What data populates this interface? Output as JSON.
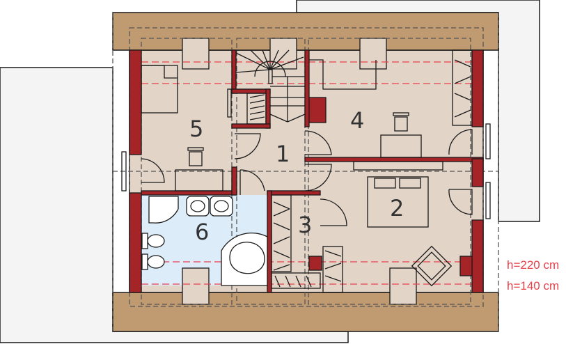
{
  "colors": {
    "roof": "#c09a70",
    "floor": "#e3d4c8",
    "wall": "#a52428",
    "bathroom": "#dcedf9",
    "outline": "#1a1a1a",
    "outer_area": "#f4f4f4",
    "height_line": "#e8404a"
  },
  "rooms": [
    {
      "number": "1"
    },
    {
      "number": "2"
    },
    {
      "number": "3"
    },
    {
      "number": "4"
    },
    {
      "number": "5"
    },
    {
      "number": "6"
    }
  ],
  "legend": {
    "h220": "h=220 cm",
    "h140": "h=140 cm"
  }
}
